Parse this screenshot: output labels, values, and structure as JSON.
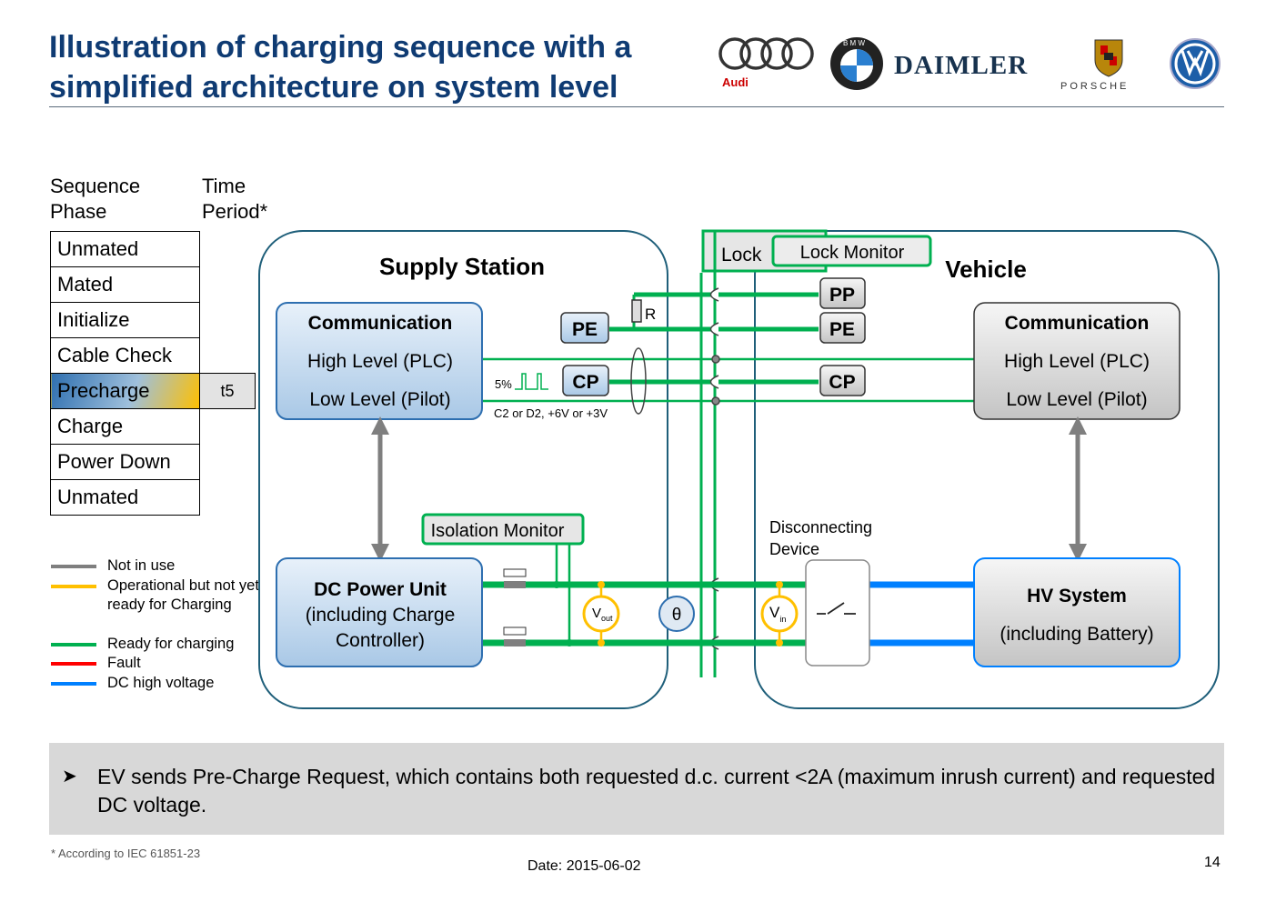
{
  "header": {
    "title": "Illustration of charging sequence with a simplified architecture on system level",
    "logos": {
      "audi": "Audi",
      "daimler": "DAIMLER",
      "porsche": "PORSCHE"
    }
  },
  "sequence": {
    "header_phase": "Sequence Phase",
    "header_time": "Time Period*",
    "phases": [
      "Unmated",
      "Mated",
      "Initialize",
      "Cable Check",
      "Precharge",
      "Charge",
      "Power Down",
      "Unmated"
    ],
    "active_index": 4,
    "active_time_label": "t5"
  },
  "legend": [
    {
      "label": "Not in use",
      "color": "#7f7f7f"
    },
    {
      "label": "Operational but not yet ready for Charging",
      "color": "#ffc000"
    },
    {
      "label": "Ready for charging",
      "color": "#00b050"
    },
    {
      "label": "Fault",
      "color": "#ff0000"
    },
    {
      "label": "DC high voltage",
      "color": "#0080ff"
    }
  ],
  "diagram": {
    "supply_station": "Supply Station",
    "vehicle": "Vehicle",
    "lock": "Lock",
    "lock_monitor": "Lock Monitor",
    "comm_ss": {
      "title": "Communication",
      "high": "High Level (PLC)",
      "low": "Low Level (Pilot)"
    },
    "comm_ev": {
      "title": "Communication",
      "high": "High Level (PLC)",
      "low": "Low Level (Pilot)"
    },
    "pe": "PE",
    "cp": "CP",
    "pp": "PP",
    "resistor": "R",
    "pwm_label": "5%",
    "cp_state": "C2 or D2, +6V or +3V",
    "isolation_monitor": "Isolation Monitor",
    "disconnecting_device": "Disconnecting Device",
    "dc_unit": {
      "line1": "DC Power Unit",
      "line2": "(including Charge",
      "line3": "Controller)"
    },
    "hv": {
      "line1": "HV System",
      "line2": "(including Battery)"
    },
    "vout": "V",
    "vout_sub": "out",
    "vin": "V",
    "vin_sub": "in",
    "theta": "θ",
    "colors": {
      "green": "#00b050",
      "blue": "#0080ff",
      "frame": "#1f5f7a",
      "gray_arrow": "#7f7f7f",
      "yellow": "#ffc000"
    }
  },
  "note": {
    "text": "EV sends Pre-Charge Request, which contains both requested d.c. current <2A (maximum inrush current) and requested DC voltage."
  },
  "footer": {
    "footnote": "* According to IEC 61851-23",
    "date": "Date:  2015-06-02",
    "page": "14"
  }
}
